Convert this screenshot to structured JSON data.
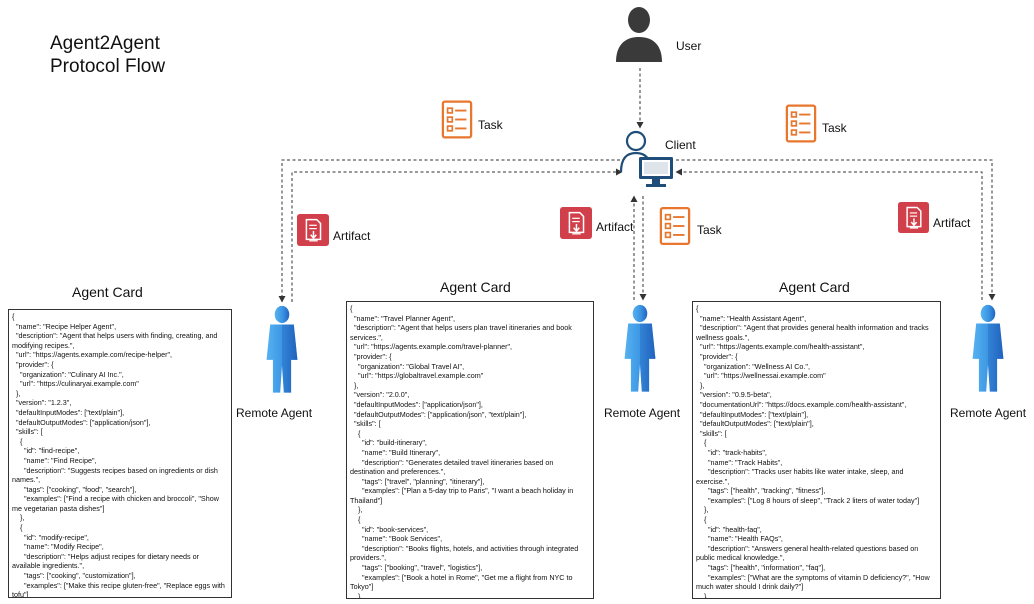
{
  "title": [
    "Agent2Agent",
    "Protocol Flow"
  ],
  "nodes": {
    "user": "User",
    "client": "Client",
    "remote_agent": "Remote Agent"
  },
  "labels": {
    "task": "Task",
    "artifact": "Artifact",
    "agent_card": "Agent Card"
  },
  "cards": [
    {
      "heading": "Agent Card",
      "json": "{\n  \"name\": \"Recipe Helper Agent\",\n  \"description\": \"Agent that helps users with finding, creating, and modifying recipes.\",\n  \"url\": \"https://agents.example.com/recipe-helper\",\n  \"provider\": {\n    \"organization\": \"Culinary AI Inc.\",\n    \"url\": \"https://culinaryai.example.com\"\n  },\n  \"version\": \"1.2.3\",\n  \"defaultInputModes\": [\"text/plain\"],\n  \"defaultOutputModes\": [\"application/json\"],\n  \"skills\": [\n    {\n      \"id\": \"find-recipe\",\n      \"name\": \"Find Recipe\",\n      \"description\": \"Suggests recipes based on ingredients or dish names.\",\n      \"tags\": [\"cooking\", \"food\", \"search\"],\n      \"examples\": [\"Find a recipe with chicken and broccoli\", \"Show me vegetarian pasta dishes\"]\n    },\n    {\n      \"id\": \"modify-recipe\",\n      \"name\": \"Modify Recipe\",\n      \"description\": \"Helps adjust recipes for dietary needs or available ingredients.\",\n      \"tags\": [\"cooking\", \"customization\"],\n      \"examples\": [\"Make this recipe gluten-free\", \"Replace eggs with tofu\"]\n    }\n  ]\n}"
    },
    {
      "heading": "Agent Card",
      "json": "{\n  \"name\": \"Travel Planner Agent\",\n  \"description\": \"Agent that helps users plan travel itineraries and book services.\",\n  \"url\": \"https://agents.example.com/travel-planner\",\n  \"provider\": {\n    \"organization\": \"Global Travel AI\",\n    \"url\": \"https://globaltravel.example.com\"\n  },\n  \"version\": \"2.0.0\",\n  \"defaultInputModes\": [\"application/json\"],\n  \"defaultOutputModes\": [\"application/json\", \"text/plain\"],\n  \"skills\": [\n    {\n      \"id\": \"build-itinerary\",\n      \"name\": \"Build Itinerary\",\n      \"description\": \"Generates detailed travel itineraries based on destination and preferences.\",\n      \"tags\": [\"travel\", \"planning\", \"itinerary\"],\n      \"examples\": [\"Plan a 5-day trip to Paris\", \"I want a beach holiday in Thailand\"]\n    },\n    {\n      \"id\": \"book-services\",\n      \"name\": \"Book Services\",\n      \"description\": \"Books flights, hotels, and activities through integrated providers.\",\n      \"tags\": [\"booking\", \"travel\", \"logistics\"],\n      \"examples\": [\"Book a hotel in Rome\", \"Get me a flight from NYC to Tokyo\"]\n    }\n  ]\n}"
    },
    {
      "heading": "Agent Card",
      "json": "{\n  \"name\": \"Health Assistant Agent\",\n  \"description\": \"Agent that provides general health information and tracks wellness goals.\",\n  \"url\": \"https://agents.example.com/health-assistant\",\n  \"provider\": {\n    \"organization\": \"Wellness AI Co.\",\n    \"url\": \"https://wellnessai.example.com\"\n  },\n  \"version\": \"0.9.5-beta\",\n  \"documentationUrl\": \"https://docs.example.com/health-assistant\",\n  \"defaultInputModes\": [\"text/plain\"],\n  \"defaultOutputModes\": [\"text/plain\"],\n  \"skills\": [\n    {\n      \"id\": \"track-habits\",\n      \"name\": \"Track Habits\",\n      \"description\": \"Tracks user habits like water intake, sleep, and exercise.\",\n      \"tags\": [\"health\", \"tracking\", \"fitness\"],\n      \"examples\": [\"Log 8 hours of sleep\", \"Track 2 liters of water today\"]\n    },\n    {\n      \"id\": \"health-faq\",\n      \"name\": \"Health FAQs\",\n      \"description\": \"Answers general health-related questions based on public medical knowledge.\",\n      \"tags\": [\"health\", \"information\", \"faq\"],\n      \"examples\": [\"What are the symptoms of vitamin D deficiency?\", \"How much water should I drink daily?\"]\n    }\n  ]\n}"
    }
  ],
  "icons": {
    "user": "user-silhouette-icon",
    "client": "client-user-computer-icon",
    "task": "task-list-icon",
    "artifact": "artifact-download-icon",
    "agent": "remote-agent-person-icon"
  },
  "colors": {
    "task": "#e8762d",
    "artifact": "#d13f4a",
    "agent_light": "#3f9ee8",
    "agent_dark": "#1f5fb8",
    "client": "#1e4e79",
    "user": "#3a3a3a",
    "line": "#333333"
  }
}
